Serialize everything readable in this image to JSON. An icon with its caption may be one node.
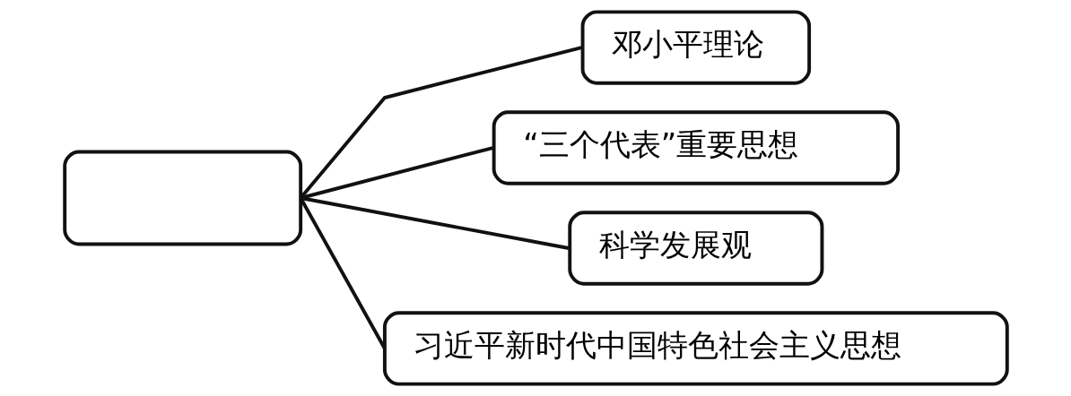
{
  "diagram": {
    "nodes": [
      {
        "text": [],
        "shape": "box"
      },
      {
        "text": [
          "邓小平理论"
        ]
      },
      {
        "text": [
          "“三个代表”重要思想"
        ]
      },
      {
        "text": [
          "科学发展观"
        ]
      },
      {
        "text": [
          "习近平新时代中国特色社会主义思想"
        ]
      }
    ],
    "edges": [
      {
        "from": 0,
        "to": 1,
        "arrow": "none"
      },
      {
        "from": 0,
        "to": 2,
        "arrow": "none"
      },
      {
        "from": 0,
        "to": 3,
        "arrow": "none"
      },
      {
        "from": 0,
        "to": 4,
        "arrow": "none"
      }
    ]
  }
}
